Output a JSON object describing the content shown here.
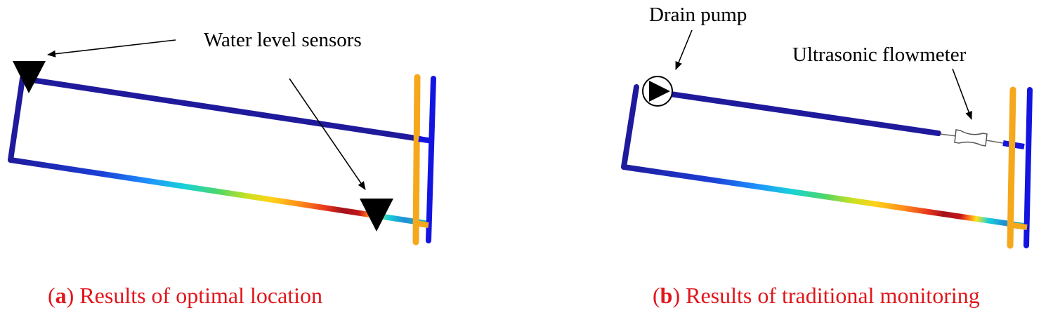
{
  "panel_a": {
    "annotation": "Water level sensors",
    "caption_letter": "a",
    "caption_text": "Results of optimal location"
  },
  "panel_b": {
    "annotation_pump": "Drain pump",
    "annotation_flowmeter": "Ultrasonic flowmeter",
    "caption_letter": "b",
    "caption_text": "Results of traditional monitoring"
  },
  "colors": {
    "pipe_dark_blue": "#1f1a9c",
    "pipe_blue": "#1414e0",
    "pipe_orange": "#f5a81c",
    "caption_red": "#e0161b",
    "sensor": "#000000"
  },
  "colormap": [
    "#1f1a9c",
    "#1b3fd6",
    "#1e90ff",
    "#18d2d8",
    "#4bd66a",
    "#c9e021",
    "#ffd21a",
    "#ff8a1a",
    "#e8361d",
    "#a4121b"
  ]
}
